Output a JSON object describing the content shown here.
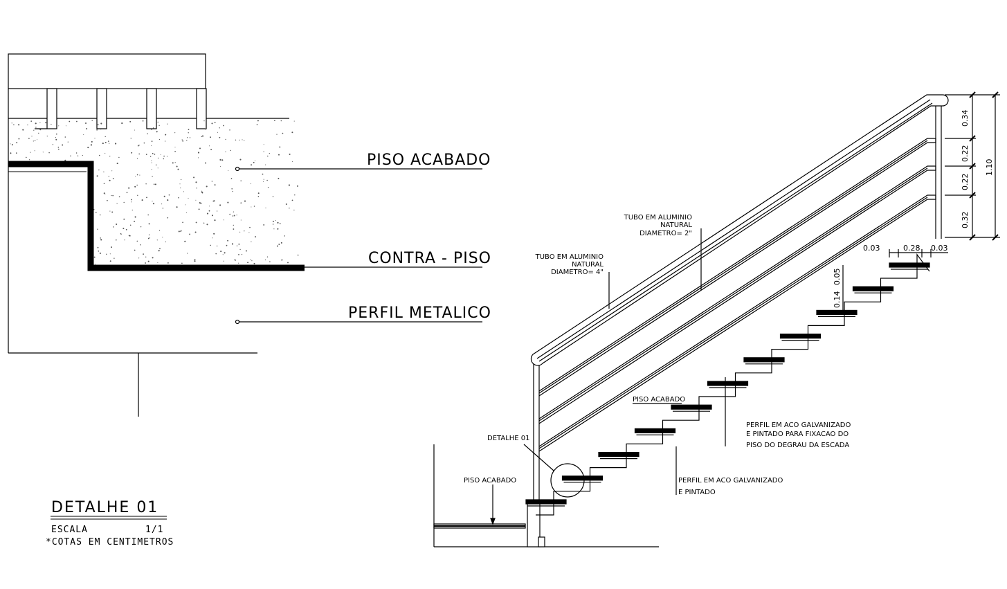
{
  "detail_section": {
    "label_piso_acabado": "PISO ACABADO",
    "label_contra_piso": "CONTRA - PISO",
    "label_perfil_metalico": "PERFIL METALICO"
  },
  "title_block": {
    "title": "DETALHE 01",
    "scale_label": "ESCALA",
    "scale_value": "1/1",
    "note": "*COTAS EM CENTIMETROS"
  },
  "stair_elevation": {
    "tube_4in": [
      "TUBO EM ALUMINIO",
      "NATURAL",
      "DIAMETRO= 4\""
    ],
    "tube_2in": [
      "TUBO EM ALUMINIO",
      "NATURAL",
      "DIAMETRO= 2\""
    ],
    "piso_acabado_step": "PISO ACABADO",
    "piso_acabado_floor": "PISO ACABADO",
    "detalhe_ref": "DETALHE 01",
    "perfil_galv_pintado_fix": [
      "PERFIL EM ACO GALVANIZADO",
      "E PINTADO PARA FIXACAO DO",
      "PISO DO DEGRAU DA ESCADA"
    ],
    "perfil_galv_pintado": [
      "PERFIL EM ACO GALVANIZADO",
      "E PINTADO"
    ]
  },
  "dimensions": {
    "rail_vertical": [
      "0.34",
      "0.22",
      "0.22",
      "0.32"
    ],
    "rail_total": "1.10",
    "tread_horizontal": [
      "0.03",
      "0.28",
      "0.03"
    ],
    "riser": [
      "0.14",
      "0.05"
    ]
  },
  "colors": {
    "line": "#000000",
    "background": "#ffffff",
    "hatch": "#555555"
  }
}
